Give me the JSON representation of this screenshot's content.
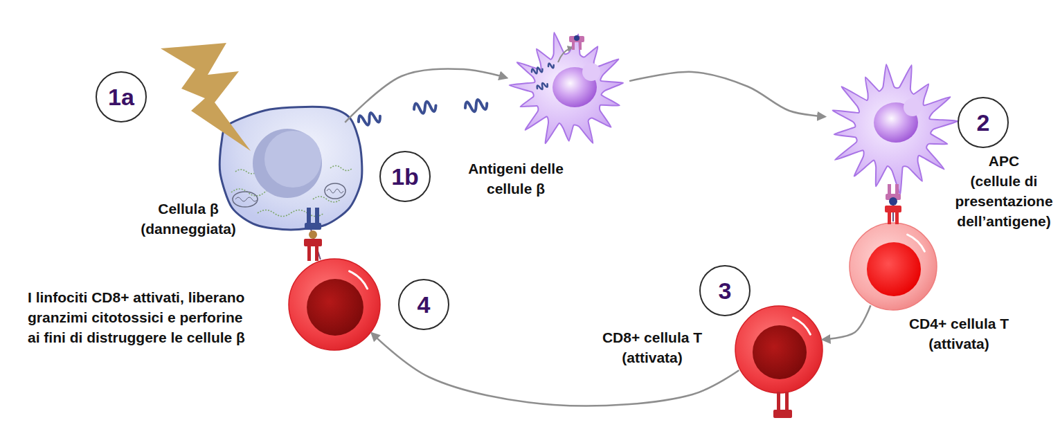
{
  "diagram": {
    "nodes": [
      {
        "text": [
          "Cellula β (danneggiata)"
        ]
      },
      {
        "text": [
          "Antigeni delle cellule β"
        ]
      },
      {
        "text": [
          "APC",
          "(cellule di presentazione dell’antigene)"
        ]
      },
      {
        "text": [
          "CD4+ cellula T (attivata)"
        ]
      },
      {
        "text": [
          "CD8+ cellula T (attivata)"
        ]
      },
      {
        "text": [
          "I linfociti CD8+ attivati, liberano granzimi citotossici e perforine ai fini di distruggere le cellule β"
        ]
      }
    ],
    "edges": [
      {
        "from": 0,
        "to": 1,
        "arrow": "to"
      },
      {
        "from": 1,
        "to": 2,
        "arrow": "to"
      },
      {
        "from": 2,
        "to": 3,
        "arrow": "none"
      },
      {
        "from": 3,
        "to": 4,
        "arrow": "to"
      },
      {
        "from": 4,
        "to": 5,
        "arrow": "to"
      },
      {
        "from": 5,
        "to": 0,
        "arrow": "none"
      }
    ],
    "labels": [
      "1a",
      "1b",
      "2",
      "3",
      "4"
    ]
  }
}
